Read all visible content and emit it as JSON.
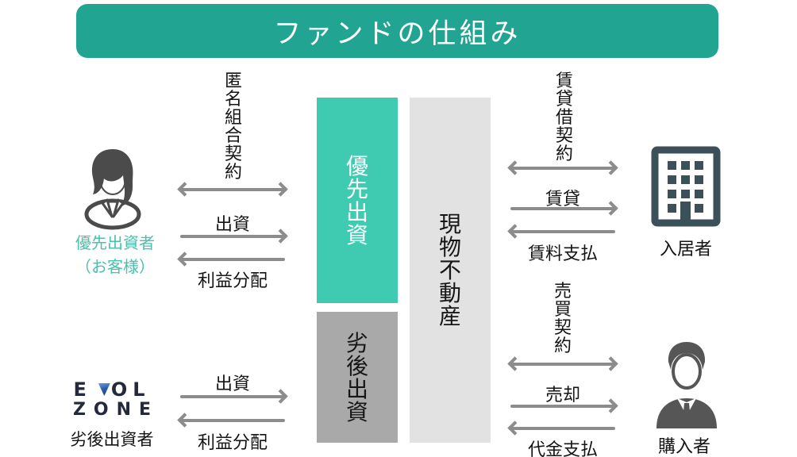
{
  "title": "ファンドの仕組み",
  "colors": {
    "banner_teal": "#22a493",
    "box_teal": "#3fcbb2",
    "box_gray": "#a9a9a9",
    "box_light_gray": "#e2e2e2",
    "label_teal": "#4ac0ad",
    "arrow_gray": "#8c8c8c",
    "icon_gray": "#4b4b4b",
    "building_slate": "#3c505a",
    "logo_navy": "#242a3c",
    "logo_blue": "#2a5fae"
  },
  "boxes": {
    "priority": "優先出資",
    "subordinated": "劣後出資",
    "property": "現物不動産"
  },
  "actors": {
    "priority_investor": {
      "name": "優先出資者",
      "suffix": "（お客様）"
    },
    "subordinated_investor": {
      "label": "劣後出資者",
      "logo_e": "E",
      "logo_v": "V",
      "logo_ol": "OL",
      "logo_zone": "ZONE"
    },
    "tenant": {
      "label": "入居者"
    },
    "purchaser": {
      "label": "購入者"
    }
  },
  "flows": {
    "left_top": {
      "contract": "匿名組合契約",
      "invest": "出資",
      "profit": "利益分配"
    },
    "left_bottom": {
      "invest": "出資",
      "profit": "利益分配"
    },
    "right_top": {
      "contract": "賃貸借契約",
      "lease": "賃貸",
      "rent": "賃料支払"
    },
    "right_bottom": {
      "contract": "売買契約",
      "sell": "売却",
      "payment": "代金支払"
    }
  }
}
